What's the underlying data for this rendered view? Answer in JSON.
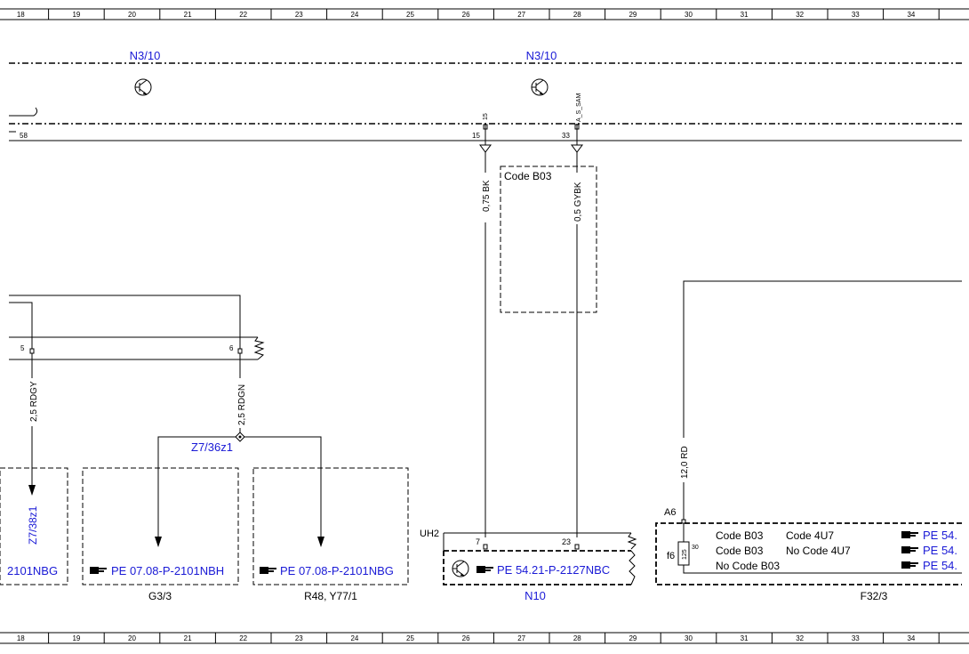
{
  "ruler": [
    "18",
    "19",
    "20",
    "21",
    "22",
    "23",
    "24",
    "25",
    "26",
    "27",
    "28",
    "29",
    "30",
    "31",
    "32",
    "33",
    "34"
  ],
  "labels": {
    "n310_left": "N3/10",
    "n310_right": "N3/10",
    "pin_58": "58",
    "pin_15_top": "15",
    "pin_15": "15",
    "pin_asam": "A_S_SAM",
    "pin_33": "33",
    "code_b03_box": "Code B03",
    "wire_075bk": "0,75 BK",
    "wire_05gybk": "0,5 GYBK",
    "pin_5": "5",
    "pin_6": "6",
    "wire_25rdgy": "2,5 RDGY",
    "wire_25rdgn": "2,5 RDGN",
    "z736z1": "Z7/36z1",
    "z738z1": "Z7/38z1",
    "ref_2101nbg_left": "2101NBG",
    "ref_2101nbh": "PE 07.08-P-2101NBH",
    "ref_2101nbg": "PE 07.08-P-2101NBG",
    "g33": "G3/3",
    "r48": "R48, Y77/1",
    "uh2": "UH2",
    "pin_7": "7",
    "pin_23": "23",
    "ref_2127nbc": "PE 54.21-P-2127NBC",
    "n10": "N10",
    "wire_12rd": "12,0 RD",
    "a6": "A6",
    "f6": "f6",
    "fuse_125": "125",
    "pin_30": "30",
    "code_row1_a": "Code B03",
    "code_row1_b": "Code 4U7",
    "code_row2_a": "Code B03",
    "code_row2_b": "No  Code 4U7",
    "code_row3": "No  Code B03",
    "ref_pe54_1": "PE 54.",
    "ref_pe54_2": "PE 54.",
    "ref_pe54_3": "PE 54.",
    "f323": "F32/3"
  }
}
